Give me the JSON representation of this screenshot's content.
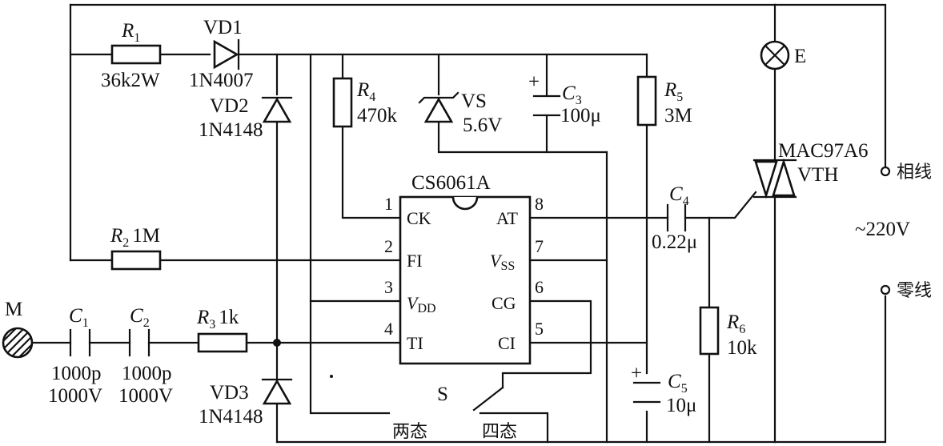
{
  "components": {
    "R1": {
      "ref": "R",
      "sub": "1",
      "value": "36k2W"
    },
    "VD1": {
      "ref": "VD1",
      "value": "1N4007"
    },
    "VD2": {
      "ref": "VD2",
      "value": "1N4148"
    },
    "R4": {
      "ref": "R",
      "sub": "4",
      "value": "470k"
    },
    "VS": {
      "ref": "VS",
      "value": "5.6V"
    },
    "C3": {
      "ref": "C",
      "sub": "3",
      "value": "100μ"
    },
    "R5": {
      "ref": "R",
      "sub": "5",
      "value": "3M"
    },
    "E": {
      "ref": "E"
    },
    "VTH": {
      "part": "MAC97A6",
      "ref": "VTH"
    },
    "IC": {
      "ref": "CS6061A"
    },
    "R2": {
      "ref": "R",
      "sub": "2",
      "value": "1M"
    },
    "C4": {
      "ref": "C",
      "sub": "4",
      "value": "0.22μ"
    },
    "R6": {
      "ref": "R",
      "sub": "6",
      "value": "10k"
    },
    "C5": {
      "ref": "C",
      "sub": "5",
      "value": "10μ"
    },
    "M": {
      "ref": "M"
    },
    "C1": {
      "ref": "C",
      "sub": "1",
      "value1": "1000p",
      "value2": "1000V"
    },
    "C2": {
      "ref": "C",
      "sub": "2",
      "value1": "1000p",
      "value2": "1000V"
    },
    "R3": {
      "ref": "R",
      "sub": "3",
      "value": "1k"
    },
    "VD3": {
      "ref": "VD3",
      "value": "1N4148"
    },
    "S": {
      "ref": "S",
      "pos_two": "两态",
      "pos_four": "四态"
    }
  },
  "ic_pins": [
    {
      "num": "1",
      "name": "CK"
    },
    {
      "num": "2",
      "name": "FI"
    },
    {
      "num": "3",
      "name_main": "V",
      "name_sub": "DD"
    },
    {
      "num": "4",
      "name": "TI"
    },
    {
      "num": "8",
      "name": "AT"
    },
    {
      "num": "7",
      "name_main": "V",
      "name_sub": "SS"
    },
    {
      "num": "6",
      "name": "CG"
    },
    {
      "num": "5",
      "name": "CI"
    }
  ],
  "supply": {
    "phase": "相线",
    "neutral": "零线",
    "voltage": "~220V"
  }
}
